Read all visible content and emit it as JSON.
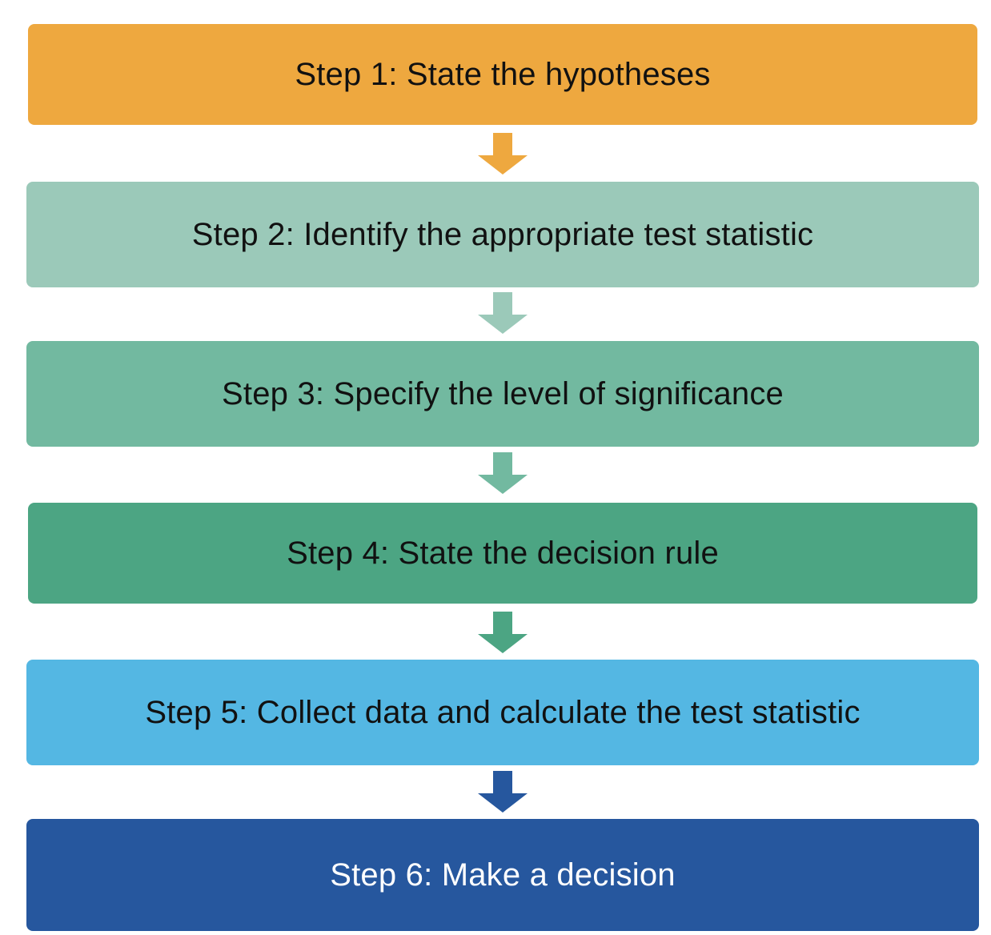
{
  "steps": [
    {
      "label": "Step 1: State the hypotheses",
      "fill": "#EEA83F",
      "text_color": "#111111"
    },
    {
      "label": "Step 2: Identify the appropriate test statistic",
      "fill": "#9BC9B9",
      "text_color": "#111111"
    },
    {
      "label": "Step 3: Specify the level of significance",
      "fill": "#72B9A0",
      "text_color": "#111111"
    },
    {
      "label": "Step 4: State the decision rule",
      "fill": "#4CA583",
      "text_color": "#111111"
    },
    {
      "label": "Step 5: Collect data and calculate the test statistic",
      "fill": "#54B7E3",
      "text_color": "#111111"
    },
    {
      "label": "Step 6: Make a decision",
      "fill": "#26579E",
      "text_color": "#FFFFFF"
    }
  ],
  "arrows": [
    {
      "icon": "arrow-down-icon",
      "fill": "#EEA83F"
    },
    {
      "icon": "arrow-down-icon",
      "fill": "#9BC9B9"
    },
    {
      "icon": "arrow-down-icon",
      "fill": "#72B9A0"
    },
    {
      "icon": "arrow-down-icon",
      "fill": "#4CA583"
    },
    {
      "icon": "arrow-down-icon",
      "fill": "#26579E"
    }
  ]
}
